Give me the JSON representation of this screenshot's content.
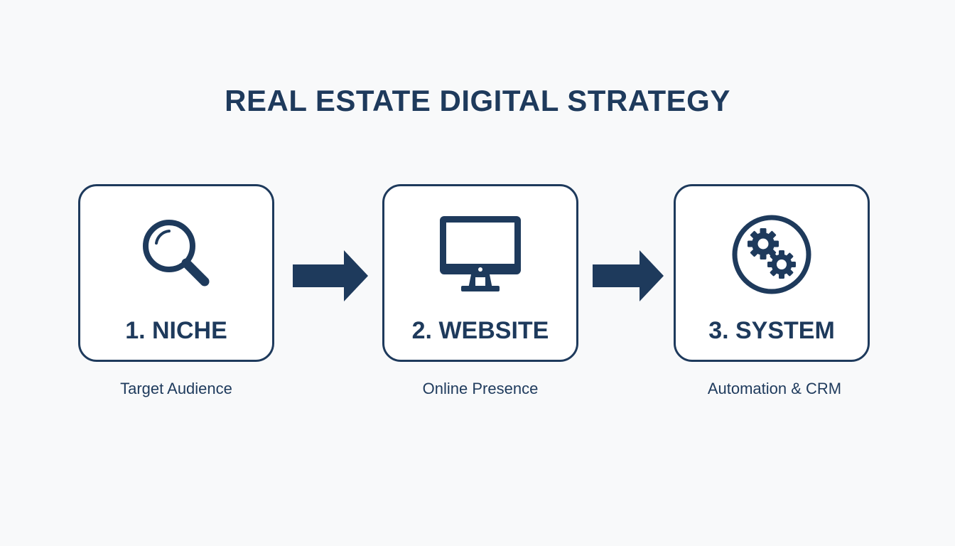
{
  "title": "REAL ESTATE DIGITAL STRATEGY",
  "steps": [
    {
      "label": "1. NICHE",
      "caption": "Target Audience",
      "icon": "magnifying-glass-icon"
    },
    {
      "label": "2. WEBSITE",
      "caption": "Online Presence",
      "icon": "monitor-icon"
    },
    {
      "label": "3. SYSTEM",
      "caption": "Automation & CRM",
      "icon": "gears-icon"
    }
  ],
  "colors": {
    "primary": "#1e3a5c",
    "background": "#f8f9fa",
    "box": "#ffffff"
  }
}
